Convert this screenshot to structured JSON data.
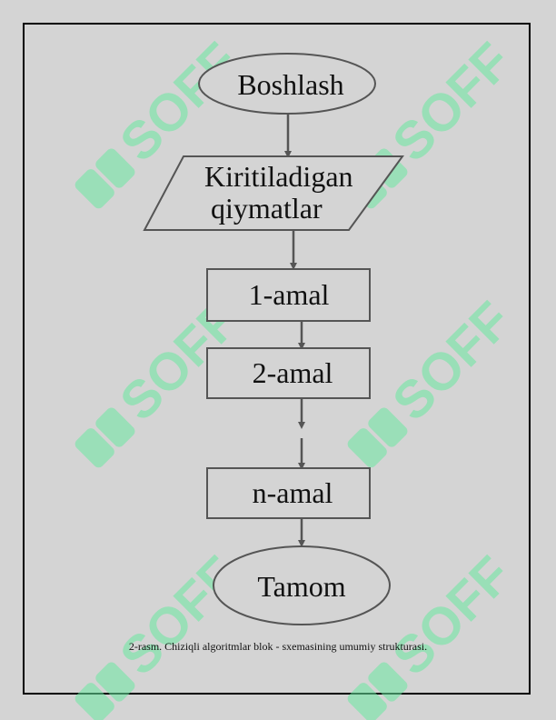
{
  "watermark": {
    "text": "SOFF",
    "icon": "ss-logo-icon",
    "color": "#6ae8a0"
  },
  "flowchart": {
    "start": "Boshlash",
    "input": {
      "line1": "Kiritiladigan",
      "line2": "qiymatlar"
    },
    "step1": "1-amal",
    "step2": "2-amal",
    "stepn": "n-amal",
    "end": "Tamom"
  },
  "caption": "2-rasm. Chiziqli algoritmlar blok - sxemasining umumiy strukturasi."
}
